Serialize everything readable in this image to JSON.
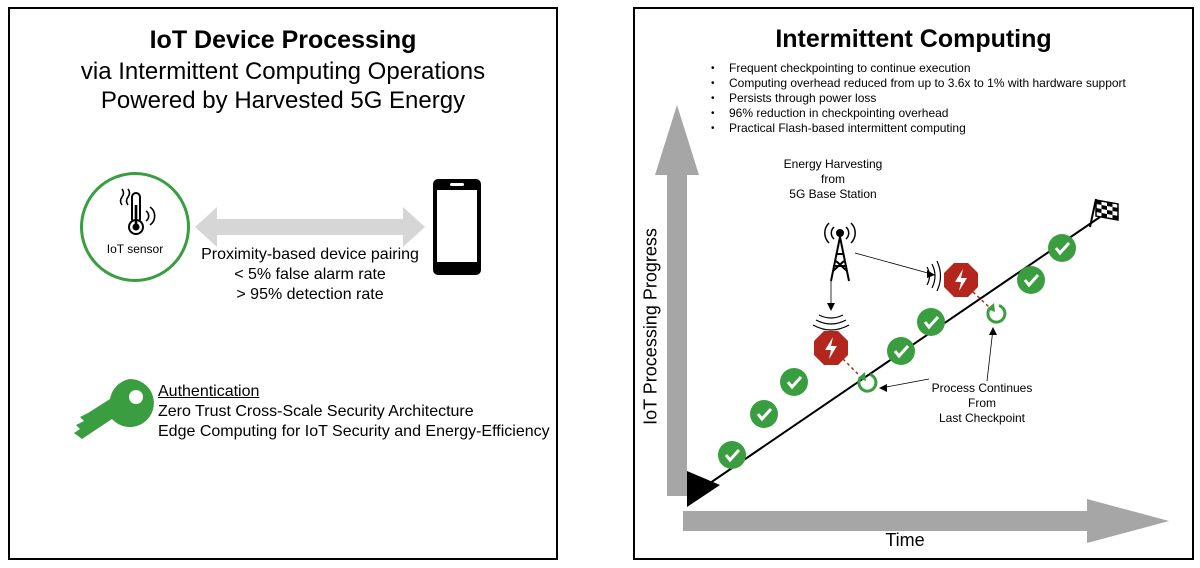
{
  "left": {
    "title": "IoT Device Processing",
    "subtitle_lines": [
      "via Intermittent Computing Operations",
      "Powered by Harvested 5G Energy"
    ],
    "sensor_label": "IoT sensor",
    "pairing_lines": [
      "Proximity-based device pairing",
      "< 5% false alarm rate",
      "> 95% detection rate"
    ],
    "auth_heading": "Authentication",
    "auth_lines": [
      "Zero Trust Cross-Scale Security Architecture",
      "Edge Computing for IoT Security and Energy-Efficiency"
    ]
  },
  "right": {
    "title": "Intermittent Computing",
    "bullets": [
      "Frequent checkpointing to continue execution",
      "Computing overhead reduced from up to 3.6x to 1% with hardware support",
      "Persists through power loss",
      "96% reduction in checkpointing overhead",
      "Practical Flash-based intermittent computing"
    ],
    "harvest_lines": [
      "Energy Harvesting",
      "from",
      "5G Base Station"
    ],
    "continue_lines": [
      "Process Continues",
      "From",
      "Last Checkpoint"
    ],
    "y_axis_label": "IoT Processing Progress",
    "x_axis_label": "Time"
  },
  "colors": {
    "green": "#3a9e41",
    "red": "#b3261e",
    "axis_gray": "#a6a6a6",
    "arrow_gray": "#d6d6d6"
  },
  "icons": [
    "thermometer-icon",
    "smartphone-icon",
    "key-icon",
    "cell-tower-icon",
    "power-loss-icon",
    "checkpoint-icon",
    "resume-icon",
    "finish-flag-icon",
    "start-triangle-icon"
  ]
}
